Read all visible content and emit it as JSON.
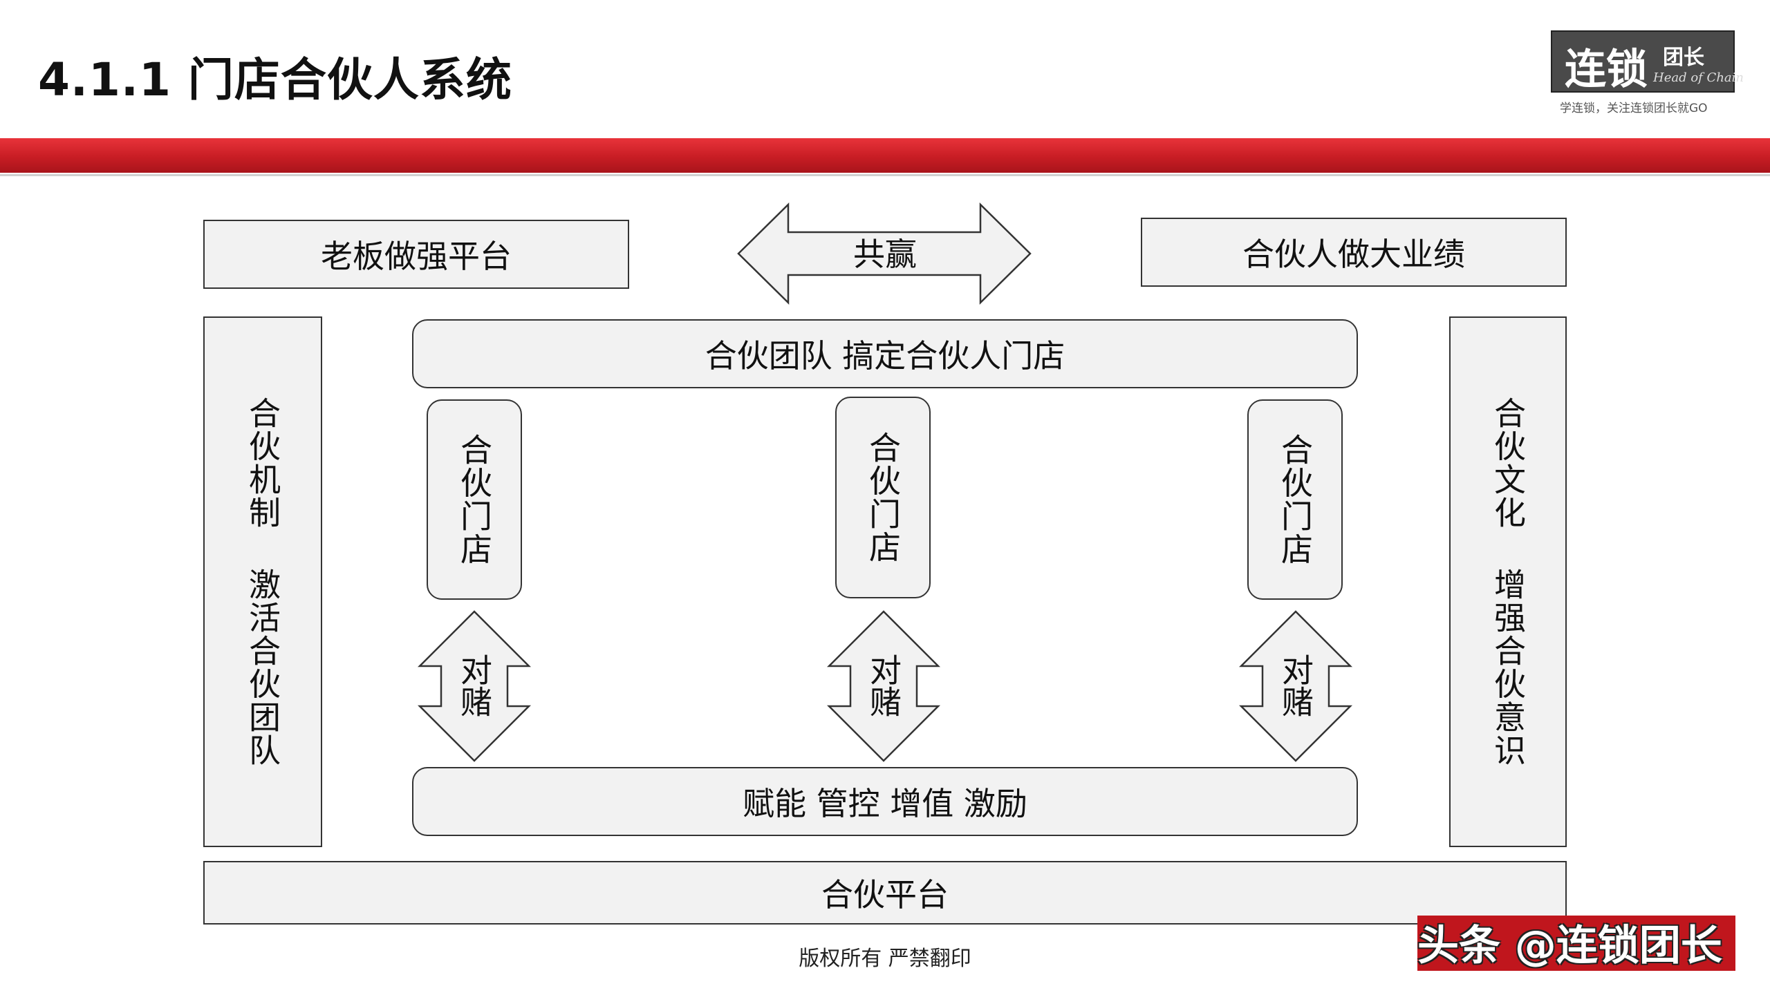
{
  "header": {
    "title": "4.1.1  门店合伙人系统",
    "logo_main": "连锁",
    "logo_sub": "团长",
    "logo_en": "Head of Chain",
    "logo_tagline": "学连锁，关注连锁团长就GO"
  },
  "diagram": {
    "top_left": "老板做强平台",
    "top_center": "共赢",
    "top_right": "合伙人做大业绩",
    "left_column": "合伙机制 激活合伙团队",
    "right_column": "合伙文化 增强合伙意识",
    "team_bar": "合伙团队 搞定合伙人门店",
    "stores": [
      "合伙门店",
      "合伙门店",
      "合伙门店"
    ],
    "bets": [
      "对赌",
      "对赌",
      "对赌"
    ],
    "empower_bar": "赋能 管控 增值 激励",
    "platform_bar": "合伙平台"
  },
  "footer": {
    "copyright": "版权所有  严禁翻印",
    "watermark": "头条 @连锁团长"
  },
  "colors": {
    "band_red": "#c81d24",
    "box_fill": "#f2f2f2",
    "border": "#333333"
  }
}
